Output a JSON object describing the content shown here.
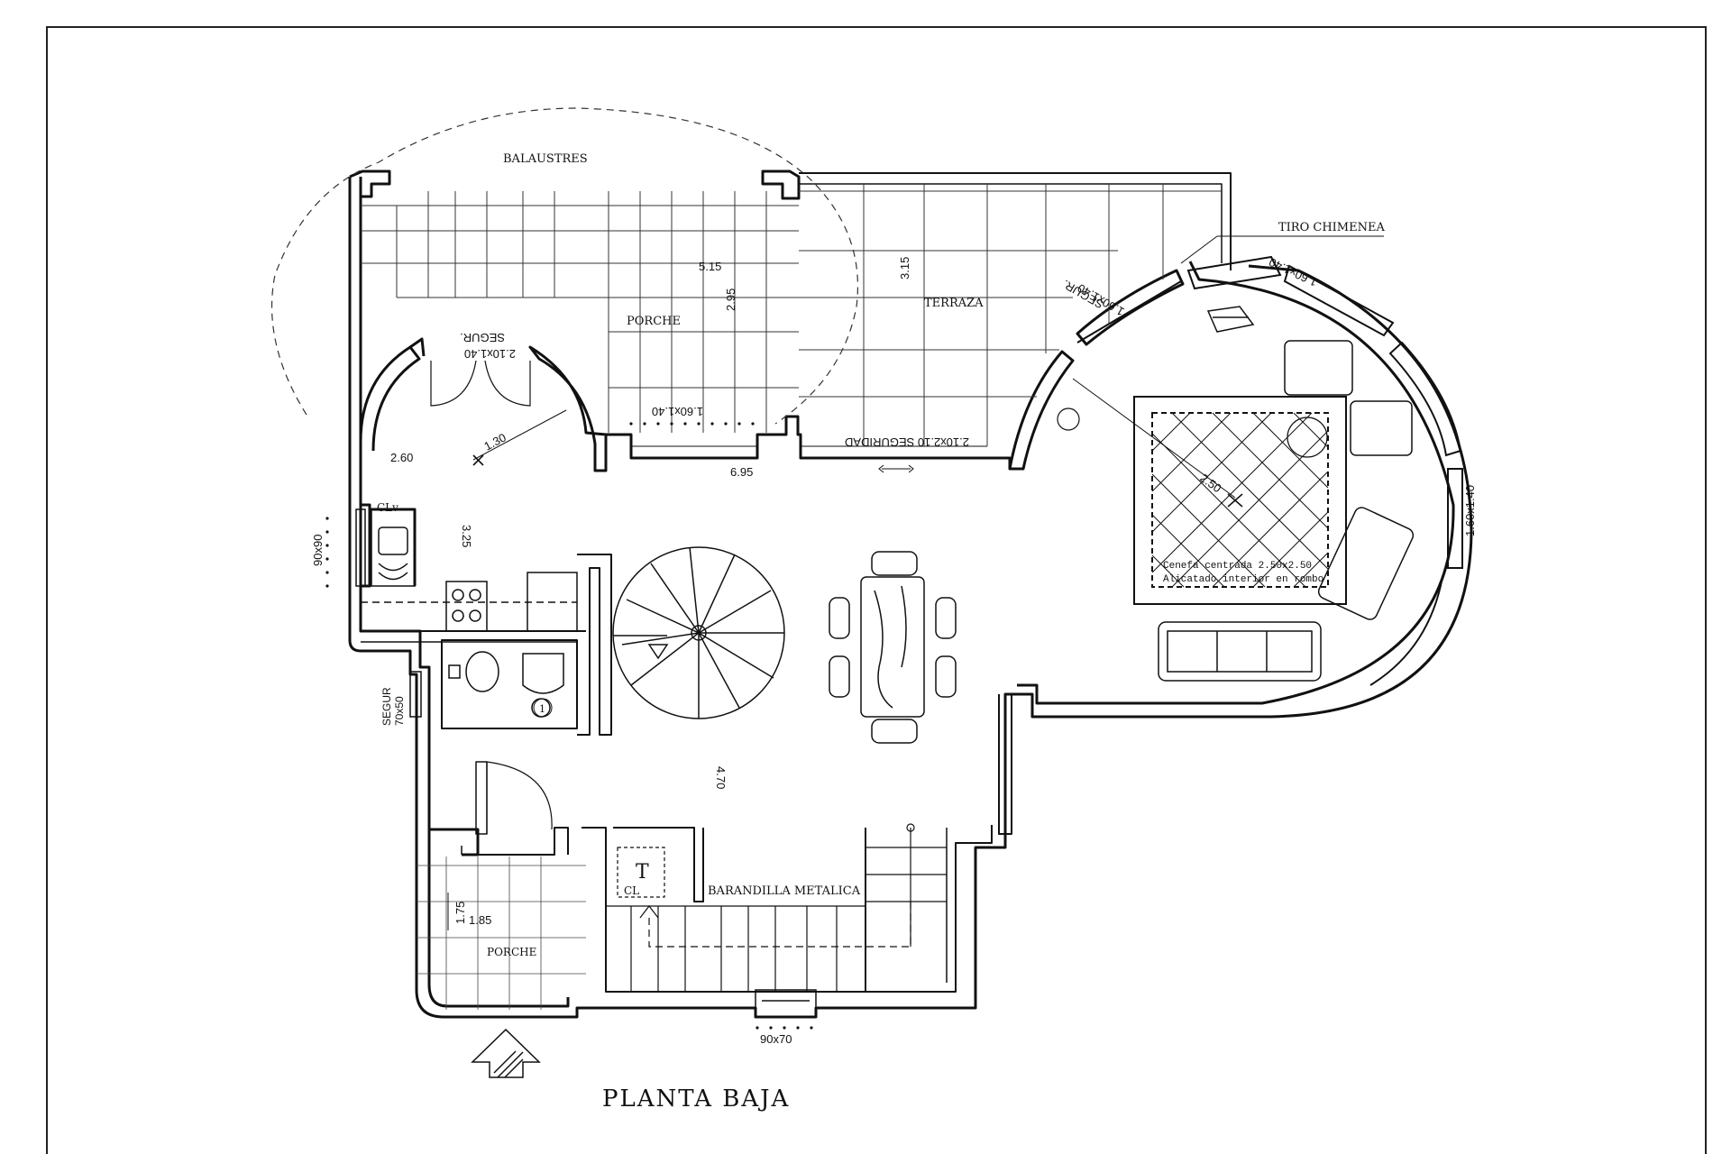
{
  "title": "PLANTA BAJA",
  "labels": {
    "balaustres": "BALAUSTRES",
    "porche_top": "PORCHE",
    "terraza": "TERRAZA",
    "tiro_chimenea": "TIRO CHIMENEA",
    "barandilla": "BARANDILLA METALICA",
    "porche_bottom": "PORCHE",
    "clv": "CLv",
    "cl": "CL",
    "t_box": "T",
    "bath_marker": "1",
    "cenefa_line1": "Cenefa centrada 2.50x2.50",
    "cenefa_line2": "Alicatado interior en rombo"
  },
  "dimensions": {
    "d515": "5.15",
    "d295": "2.95",
    "d315": "3.15",
    "d260": "2.60",
    "d130": "1.30",
    "d325": "3.25",
    "d695": "6.95",
    "d250": "2.50",
    "d470": "4.70",
    "d175": "1.75",
    "d185": "1.85",
    "w_seguridad": "2.10x2.10 SEGURIDAD",
    "w_160_porche": "1.60x1.40",
    "w_door_segur_a": "2.10x1.40",
    "w_door_segur_b": "SEGUR.",
    "w_segur_arc_a": "SEGUR.",
    "w_segur_arc_b": "1.60x1.40",
    "w_arc_right_top": "1.60x1.40",
    "w_arc_right_side": "1.60x1.40",
    "w_90x90": "90x90",
    "w_segur_left": "SEGUR",
    "w_70x50": "70x50",
    "w_90x70": "90x70"
  }
}
